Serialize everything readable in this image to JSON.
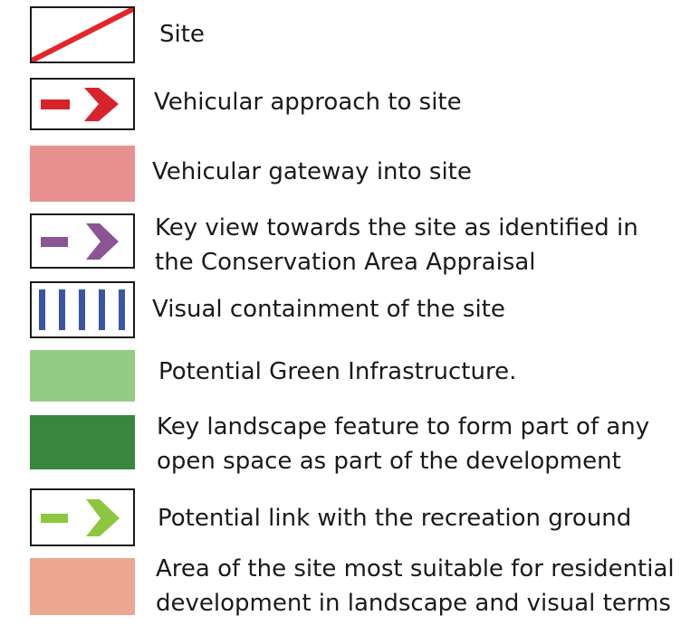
{
  "legend": {
    "items": [
      {
        "key": "site",
        "label": [
          "Site"
        ],
        "symbol": "red-diagonal-line-box",
        "color": "#e3262b"
      },
      {
        "key": "vehicular-approach",
        "label": [
          "Vehicular approach to site"
        ],
        "symbol": "red-arrow-box",
        "color": "#d9232b"
      },
      {
        "key": "vehicular-gateway",
        "label": [
          "Vehicular gateway into site"
        ],
        "symbol": "pink-filled-box",
        "color": "#e79090"
      },
      {
        "key": "key-view",
        "label": [
          "Key view towards the site as identified in",
          "the Conservation Area Appraisal"
        ],
        "symbol": "purple-arrow-box",
        "color": "#8a5595"
      },
      {
        "key": "visual-containment",
        "label": [
          "Visual containment of the site"
        ],
        "symbol": "blue-vertical-bars-box",
        "color": "#3a55a6"
      },
      {
        "key": "green-infrastructure",
        "label": [
          "Potential Green Infrastructure."
        ],
        "symbol": "light-green-filled-box",
        "color": "#95cc85"
      },
      {
        "key": "landscape-feature",
        "label": [
          "Key landscape feature to form part of any",
          "open space as part of the development"
        ],
        "symbol": "dark-green-filled-box",
        "color": "#37873f"
      },
      {
        "key": "recreation-link",
        "label": [
          "Potential link with the recreation ground"
        ],
        "symbol": "green-arrow-box",
        "color": "#8dc63f"
      },
      {
        "key": "residential-area",
        "label": [
          "Area of the site most suitable for residential",
          "development in landscape and visual terms"
        ],
        "symbol": "salmon-filled-box",
        "color": "#eba792"
      }
    ]
  }
}
